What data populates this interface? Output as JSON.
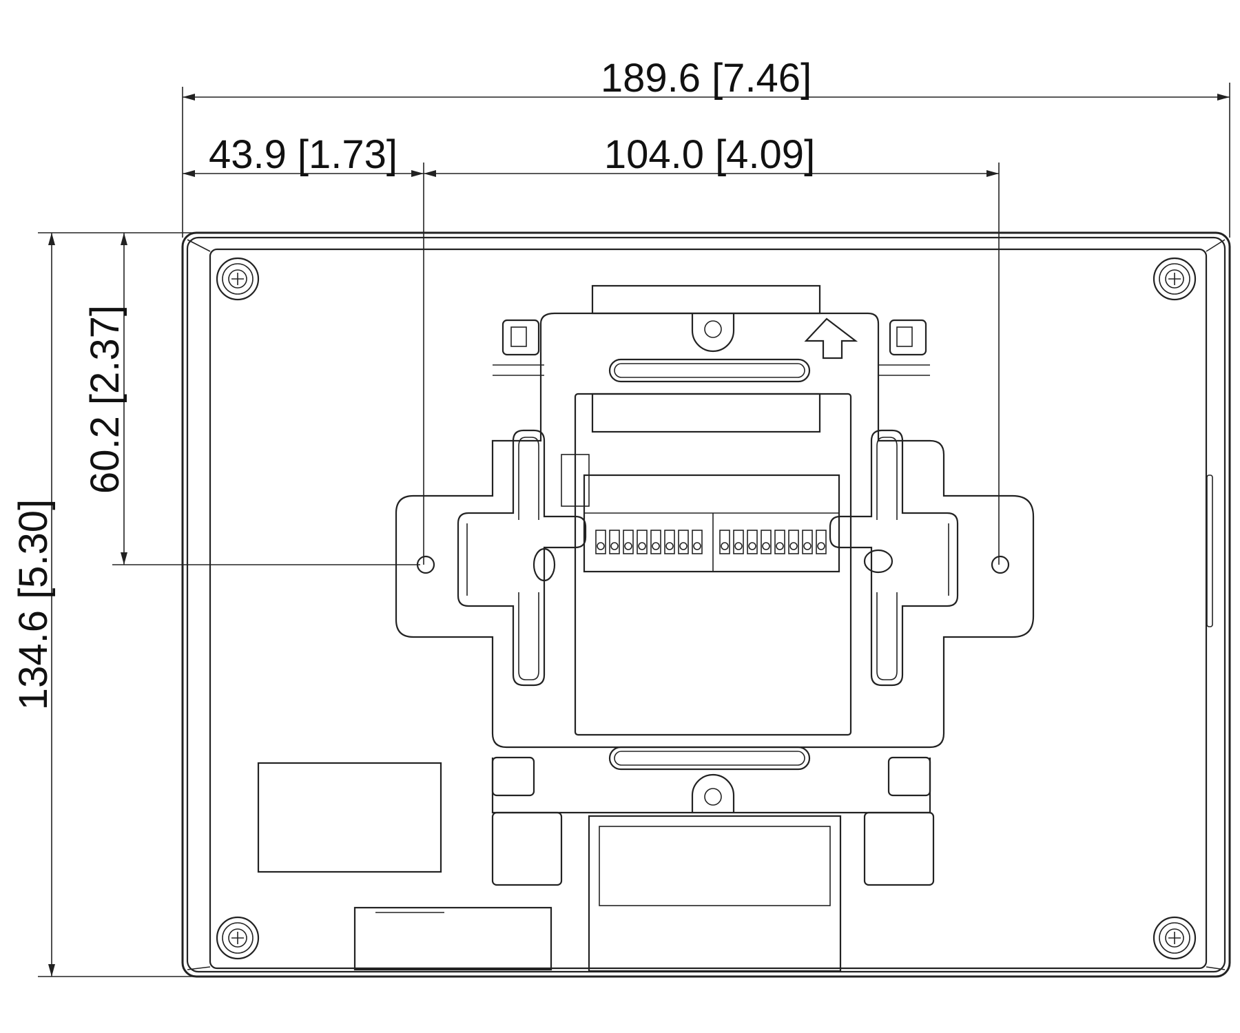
{
  "dimensions": {
    "overall_width": "189.6  [7.46]",
    "left_offset": "43.9  [1.73]",
    "hole_spacing": "104.0  [4.09]",
    "overall_height": "134.6  [5.30]",
    "hole_height": "60.2  [2.37]"
  },
  "colors": {
    "line": "#222222",
    "background": "#ffffff"
  },
  "icons": [
    "screw-icon",
    "up-arrow-icon"
  ]
}
